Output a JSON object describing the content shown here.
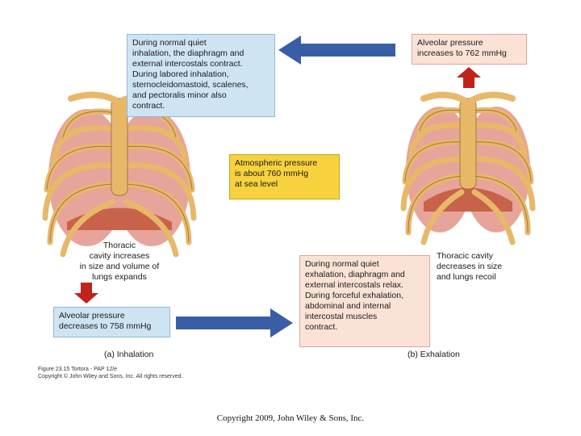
{
  "boxes": {
    "inhalation_muscles": "During normal quiet\ninhalation, the diaphragm and\nexternal intercostals contract.\nDuring labored inhalation,\nsternocleidomastoid, scalenes,\nand pectoralis minor also\ncontract.",
    "alveolar_increase": "Alveolar pressure\nincreases to 762 mmHg",
    "atmospheric": "Atmospheric pressure\nis about 760 mmHg\nat sea level",
    "alveolar_decrease": "Alveolar pressure\ndecreases to 758 mmHg",
    "exhalation_muscles": "During normal quiet\nexhalation, diaphragm and\nexternal intercostals relax.\nDuring forceful exhalation,\nabdominal and internal\nintercostal muscles\ncontract."
  },
  "labels": {
    "thoracic_increase": "Thoracic\ncavity increases\nin size and volume of\nlungs expands",
    "thoracic_decrease": "Thoracic cavity\ndecreases in size\nand lungs recoil"
  },
  "captions": {
    "inhalation": "(a) Inhalation",
    "exhalation": "(b) Exhalation"
  },
  "figure_credit": "Figure 23.15  Tortora - PAP 12/e\nCopyright © John Wiley and Sons, Inc. All rights reserved.",
  "copyright": "Copyright 2009, John Wiley & Sons, Inc.",
  "colors": {
    "arrow_blue": "#3a5ea6",
    "arrow_red": "#c0231b",
    "bone": "#e8b869",
    "lung": "#e7a49a",
    "diaphragm": "#c8624a"
  }
}
